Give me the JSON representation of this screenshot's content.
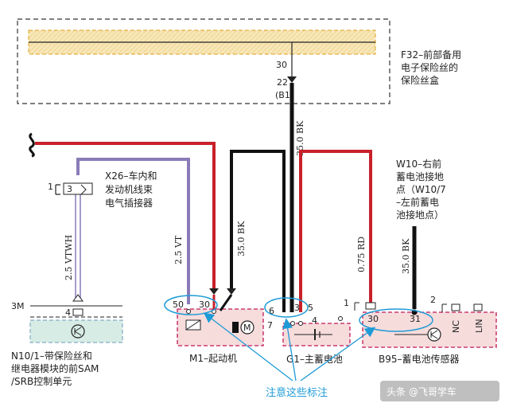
{
  "fusebox": {
    "label_lines": [
      "F32–前部备用",
      "电子保险丝的",
      "保险丝盒"
    ],
    "pin_top": "30",
    "pin_out": "22",
    "pin_code": "(B1)"
  },
  "wires": {
    "main_ground": "35.0 BK",
    "ext_wtwh": "2.5 VTWH",
    "vt": "2.5 VT",
    "starter_bk": "35.0 BK",
    "rd": "0.75 RD",
    "ground_bk": "35.0 BK"
  },
  "connector_x26": {
    "label_lines": [
      "X26–车内和",
      "发动机线束",
      "电气插接器"
    ],
    "pin_left": "1",
    "pin_num": "3"
  },
  "ground_w10": {
    "label_lines": [
      "W10–右前",
      "蓄电池接地",
      "点（W10/7",
      "–左前蓄电",
      "池接地点）"
    ]
  },
  "sam_module": {
    "pin_3m": "3M",
    "pin_4": "4",
    "label_lines": [
      "N10/1–带保险丝和",
      "继电器模块的前SAM",
      "/SRB控制单元"
    ]
  },
  "starter": {
    "pin_50": "50",
    "pin_30": "30",
    "label": "M1–起动机"
  },
  "battery": {
    "pins": [
      "6",
      "3",
      "5",
      "7",
      "4"
    ],
    "label": "G1–主蓄电池"
  },
  "sensor": {
    "pins_top": [
      "1",
      "2"
    ],
    "pin_30": "30",
    "pin_31": "31",
    "pin_nc": "NC",
    "pin_lin": "LIN",
    "label": "B95–蓄电池传感器"
  },
  "annotation": {
    "text": "注意这些标注"
  },
  "watermark": {
    "text": "头条 @飞哥学车"
  },
  "colors": {
    "red": "#c8202a",
    "black": "#111111",
    "violet": "#8a7cb8",
    "pink": "#c2185b",
    "accent": "#1e9bd7"
  }
}
